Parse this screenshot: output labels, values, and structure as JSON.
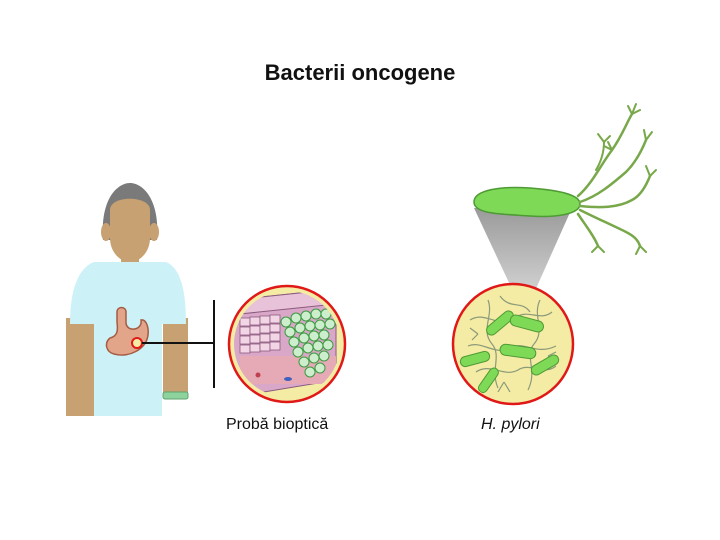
{
  "title": "Bacterii oncogene",
  "captions": {
    "biopsy": "Probă bioptică",
    "bacterium": "H. pylori"
  },
  "colors": {
    "skin": "#c8a172",
    "hair": "#7a7a7a",
    "shirt": "#ccf1f6",
    "stomach": "#e2a58a",
    "circle_border": "#e01818",
    "circle_fill": "#f4eba4",
    "bacteria_green": "#7ed957",
    "flagella_green": "#78a84a"
  }
}
